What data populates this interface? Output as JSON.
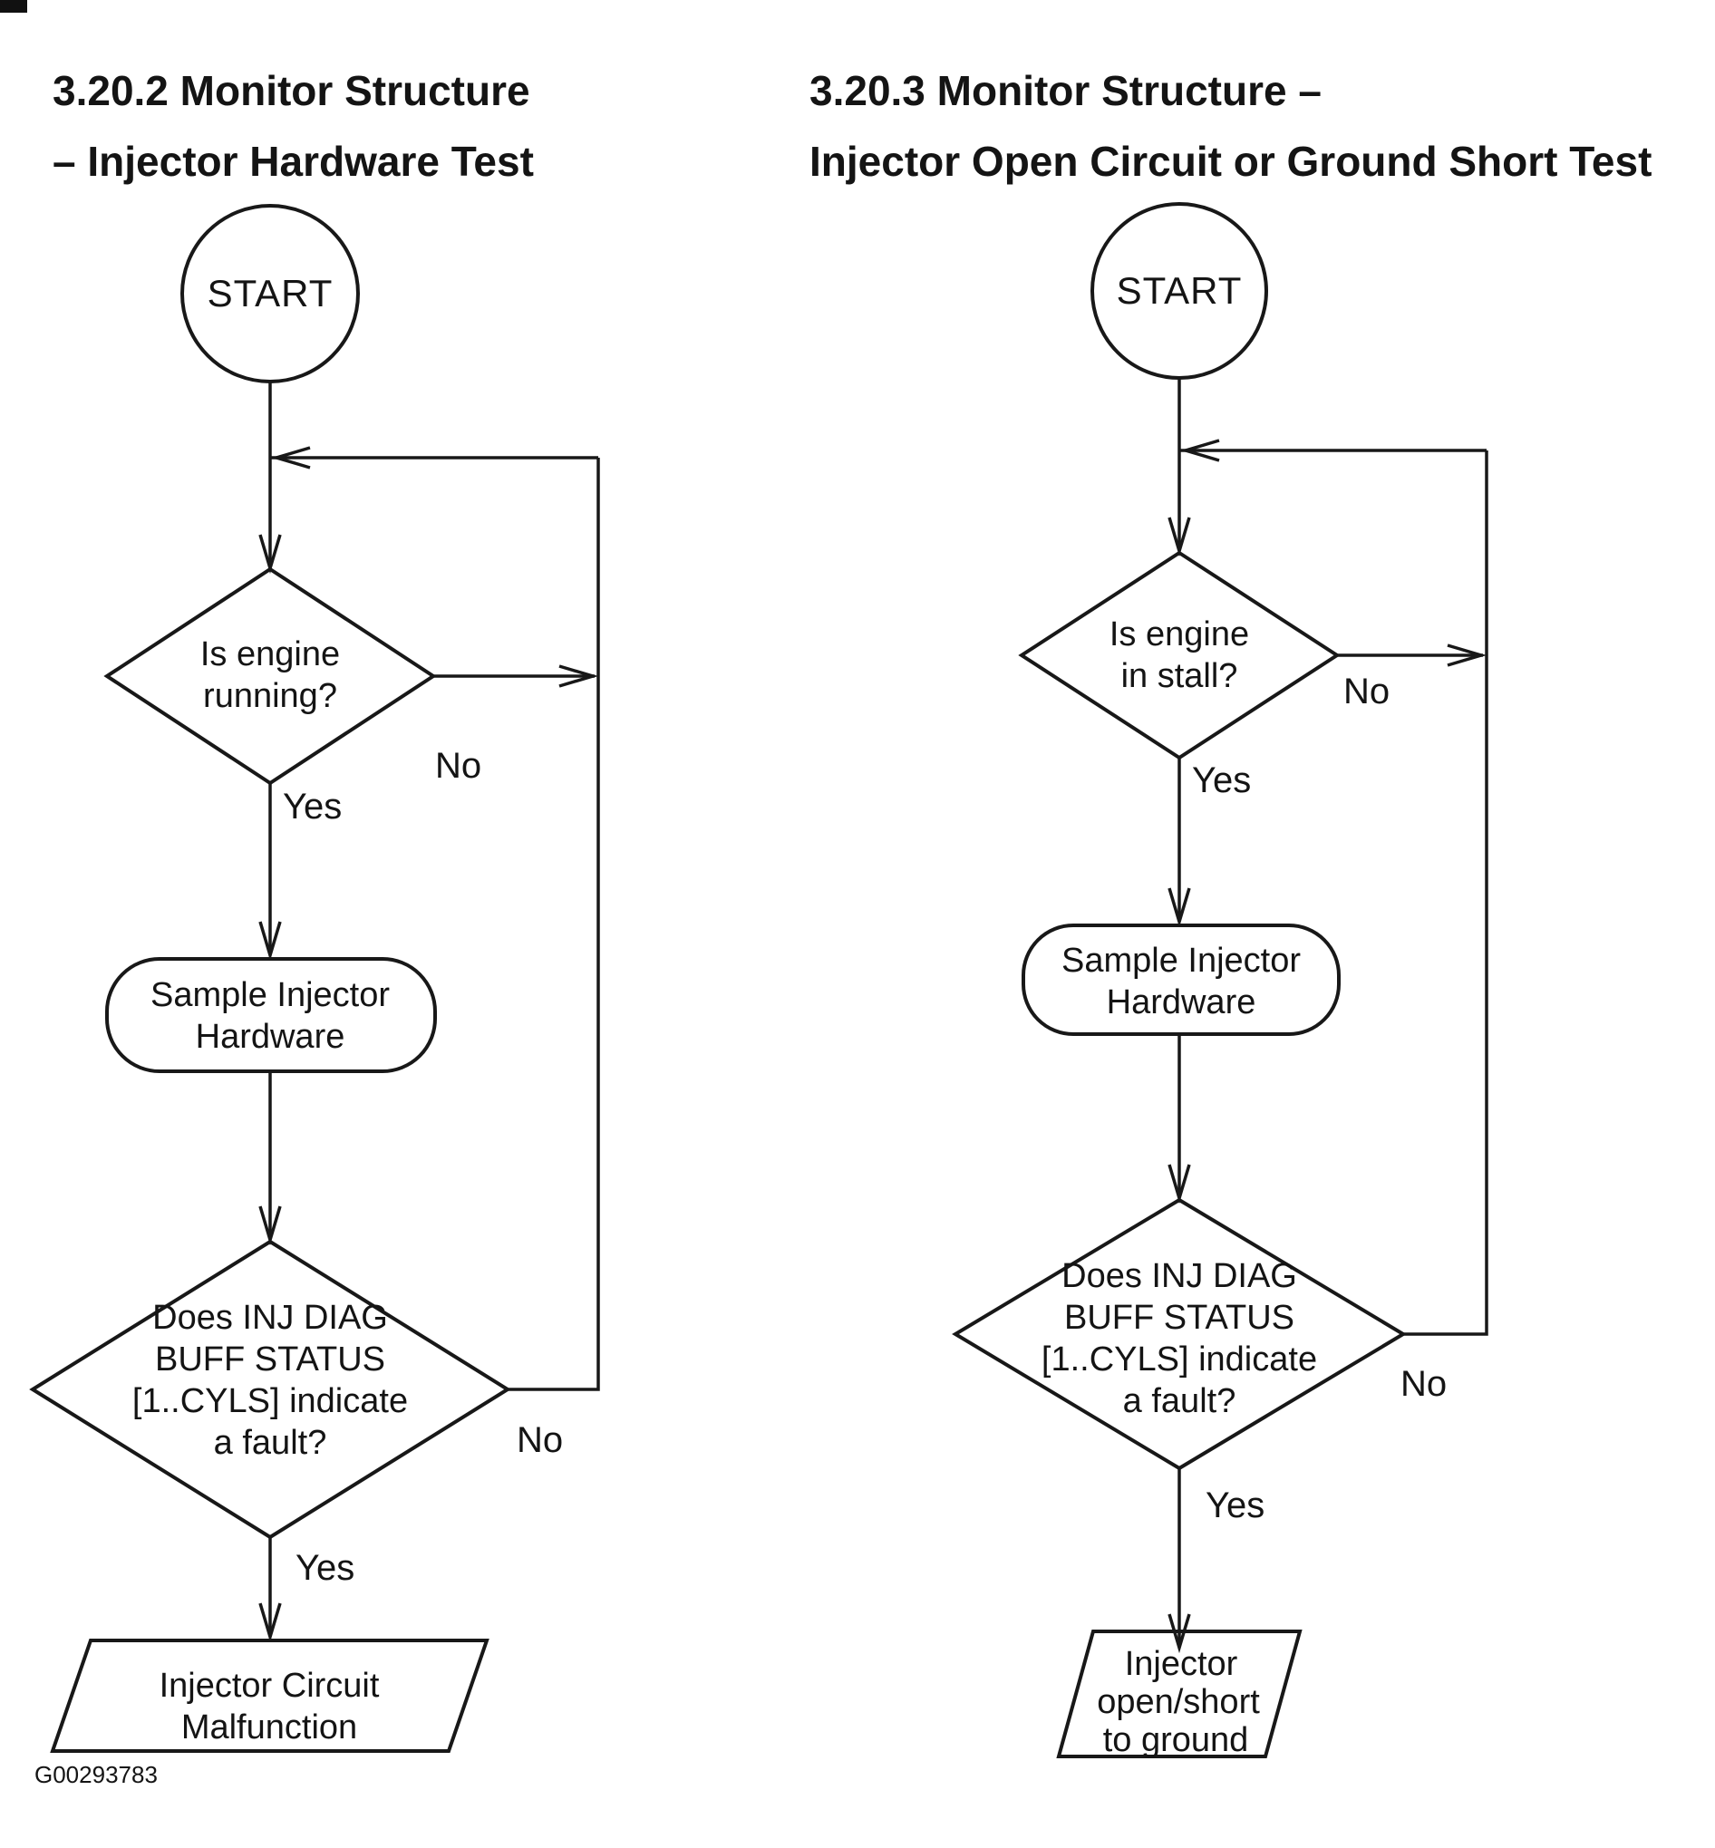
{
  "colors": {
    "ink": "#181818",
    "background": "#ffffff"
  },
  "figure_id": "G00293783",
  "left_chart": {
    "title": [
      "3.20.2 Monitor Structure",
      "– Injector Hardware Test"
    ],
    "start_label": "START",
    "decision1": [
      "Is engine",
      "running?"
    ],
    "decision1_no": "No",
    "decision1_yes": "Yes",
    "process": [
      "Sample Injector",
      "Hardware"
    ],
    "decision2": [
      "Does INJ DIAG",
      "BUFF STATUS",
      "[1..CYLS] indicate",
      "a fault?"
    ],
    "decision2_no": "No",
    "decision2_yes": "Yes",
    "output": [
      "Injector Circuit",
      "Malfunction"
    ]
  },
  "right_chart": {
    "title": [
      "3.20.3 Monitor Structure –",
      "Injector Open Circuit or Ground Short Test"
    ],
    "start_label": "START",
    "decision1": [
      "Is engine",
      "in stall?"
    ],
    "decision1_no": "No",
    "decision1_yes": "Yes",
    "process": [
      "Sample Injector",
      "Hardware"
    ],
    "decision2": [
      "Does INJ DIAG",
      "BUFF STATUS",
      "[1..CYLS] indicate",
      "a fault?"
    ],
    "decision2_no": "No",
    "decision2_yes": "Yes",
    "output": [
      "Injector",
      "open/short",
      "to ground"
    ]
  }
}
